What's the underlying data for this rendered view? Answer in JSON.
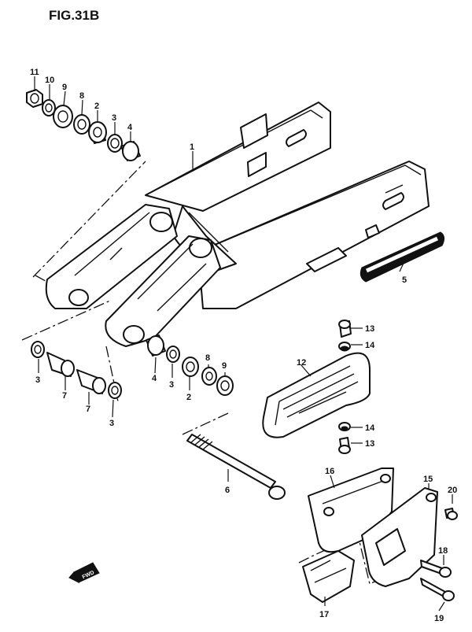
{
  "figure": {
    "title": "FIG.31B"
  },
  "labels": {
    "p1": "1",
    "p2": "2",
    "p3": "3",
    "p4": "4",
    "p5": "5",
    "p6": "6",
    "p7": "7",
    "p8": "8",
    "p9": "9",
    "p10": "10",
    "p11": "11",
    "p12": "12",
    "p13": "13",
    "p14": "14",
    "p15": "15",
    "p16": "16",
    "p17": "17",
    "p18": "18",
    "p19": "19",
    "p20": "20"
  },
  "fwd": {
    "text": "FWD"
  }
}
